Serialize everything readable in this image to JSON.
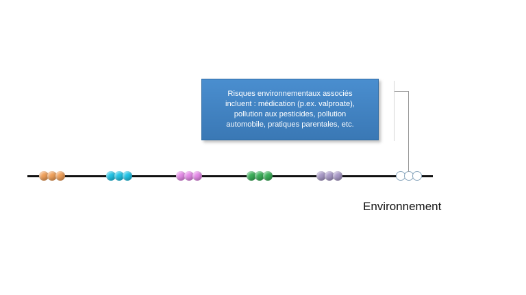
{
  "callout": {
    "lines": [
      "Risques environnementaux associés",
      "incluent : médication (p.ex. valproate),",
      "pollution aux pesticides, pollution",
      "automobile, pratiques parentales, etc."
    ]
  },
  "environment_label": "Environnement",
  "bead_groups": [
    {
      "color": "#f0a05a",
      "hollow": false
    },
    {
      "color": "#22c4e6",
      "hollow": false
    },
    {
      "color": "#e58be8",
      "hollow": false
    },
    {
      "color": "#3cb05a",
      "hollow": false
    },
    {
      "color": "#a99ac8",
      "hollow": false
    },
    {
      "color": "#ffffff",
      "hollow": true
    }
  ]
}
